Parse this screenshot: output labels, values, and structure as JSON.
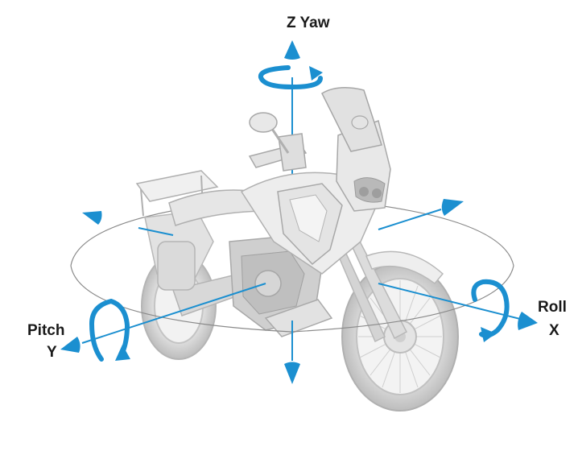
{
  "labels": {
    "z_axis": "Z Yaw",
    "roll": "Roll",
    "x_axis": "X",
    "pitch": "Pitch",
    "y_axis": "Y"
  },
  "colors": {
    "axis_blue": "#1b8fd0",
    "motorcycle_body": "#e9e9e9",
    "motorcycle_shade": "#c9c9c9",
    "motorcycle_dark": "#a8a8a8",
    "ring": "#8a8a8a",
    "label_text": "#1a1a1a"
  },
  "icons": [
    "motorcycle-illustration",
    "yaw-rotation-arrow-icon",
    "roll-rotation-arrow-icon",
    "pitch-rotation-arrow-icon",
    "cone-arrowhead-icon"
  ]
}
